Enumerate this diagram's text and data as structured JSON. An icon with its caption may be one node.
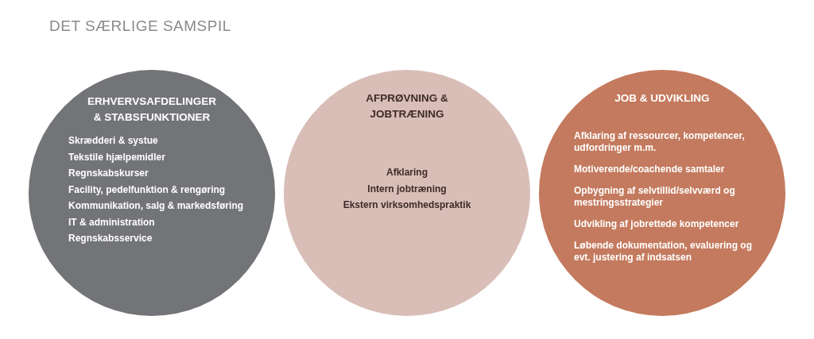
{
  "diagram": {
    "title": "DET SÆRLIGE SAMSPIL",
    "nodes": [
      {
        "text": [
          "ERHVERVSAFDELINGER & STABSFUNKTIONER",
          "Skrædderi & systue",
          "Tekstile hjælpemidler",
          "Regnskabskurser",
          "Facility, pedelfunktion & rengøring",
          "Kommunikation, salg & markedsføring",
          "IT & administration",
          "Regnskabsservice"
        ]
      },
      {
        "text": [
          "AFPRØVNING & JOBTRÆNING",
          "Afklaring",
          "Intern jobtræning",
          "Ekstern virksomhedspraktik"
        ]
      },
      {
        "text": [
          "JOB & UDVIKLING",
          "Afklaring af ressourcer, kompetencer, udfordringer m.m.",
          "Motiverende/coachende samtaler",
          "Opbygning af selvtillid/selvværd og mestringsstrategier",
          "Udvikling af jobrettede kompetencer",
          "Løbende dokumentation, evaluering og evt. justering af indsatsen"
        ]
      }
    ],
    "edges": []
  }
}
